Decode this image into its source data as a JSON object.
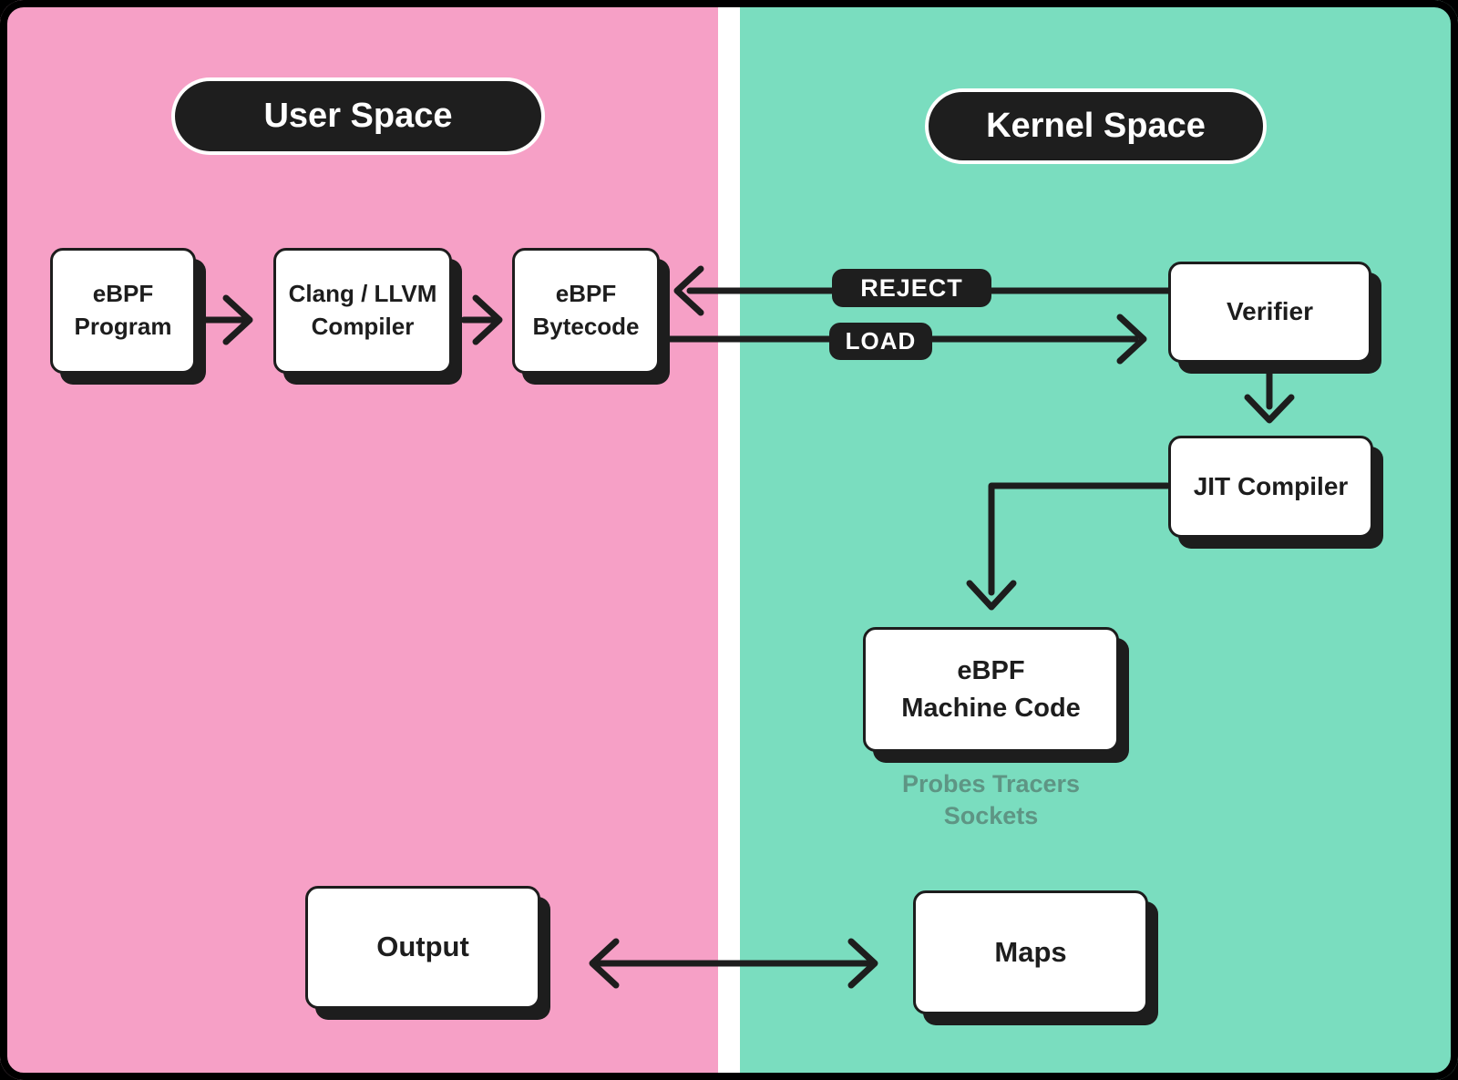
{
  "diagram": {
    "user_space": {
      "title": "User Space"
    },
    "kernel_space": {
      "title": "Kernel Space"
    },
    "nodes": {
      "ebpf_program": {
        "line1": "eBPF",
        "line2": "Program"
      },
      "clang_llvm": {
        "line1": "Clang / LLVM",
        "line2": "Compiler"
      },
      "ebpf_bytecode": {
        "line1": "eBPF",
        "line2": "Bytecode"
      },
      "verifier": {
        "label": "Verifier"
      },
      "jit_compiler": {
        "label": "JIT Compiler"
      },
      "ebpf_machine_code": {
        "line1": "eBPF",
        "line2": "Machine Code"
      },
      "output": {
        "label": "Output"
      },
      "maps": {
        "label": "Maps"
      }
    },
    "edge_labels": {
      "reject": "REJECT",
      "load": "LOAD"
    },
    "annotations": {
      "hooks_line1": "Probes Tracers",
      "hooks_line2": "Sockets"
    },
    "colors": {
      "user_space_bg": "#F6A0C6",
      "kernel_space_bg": "#7ADDBF",
      "divider": "#FFFFFF",
      "ink": "#1D1D1D",
      "pill_bg": "#1E1E1E",
      "hooks_text": "#5E9584"
    }
  }
}
